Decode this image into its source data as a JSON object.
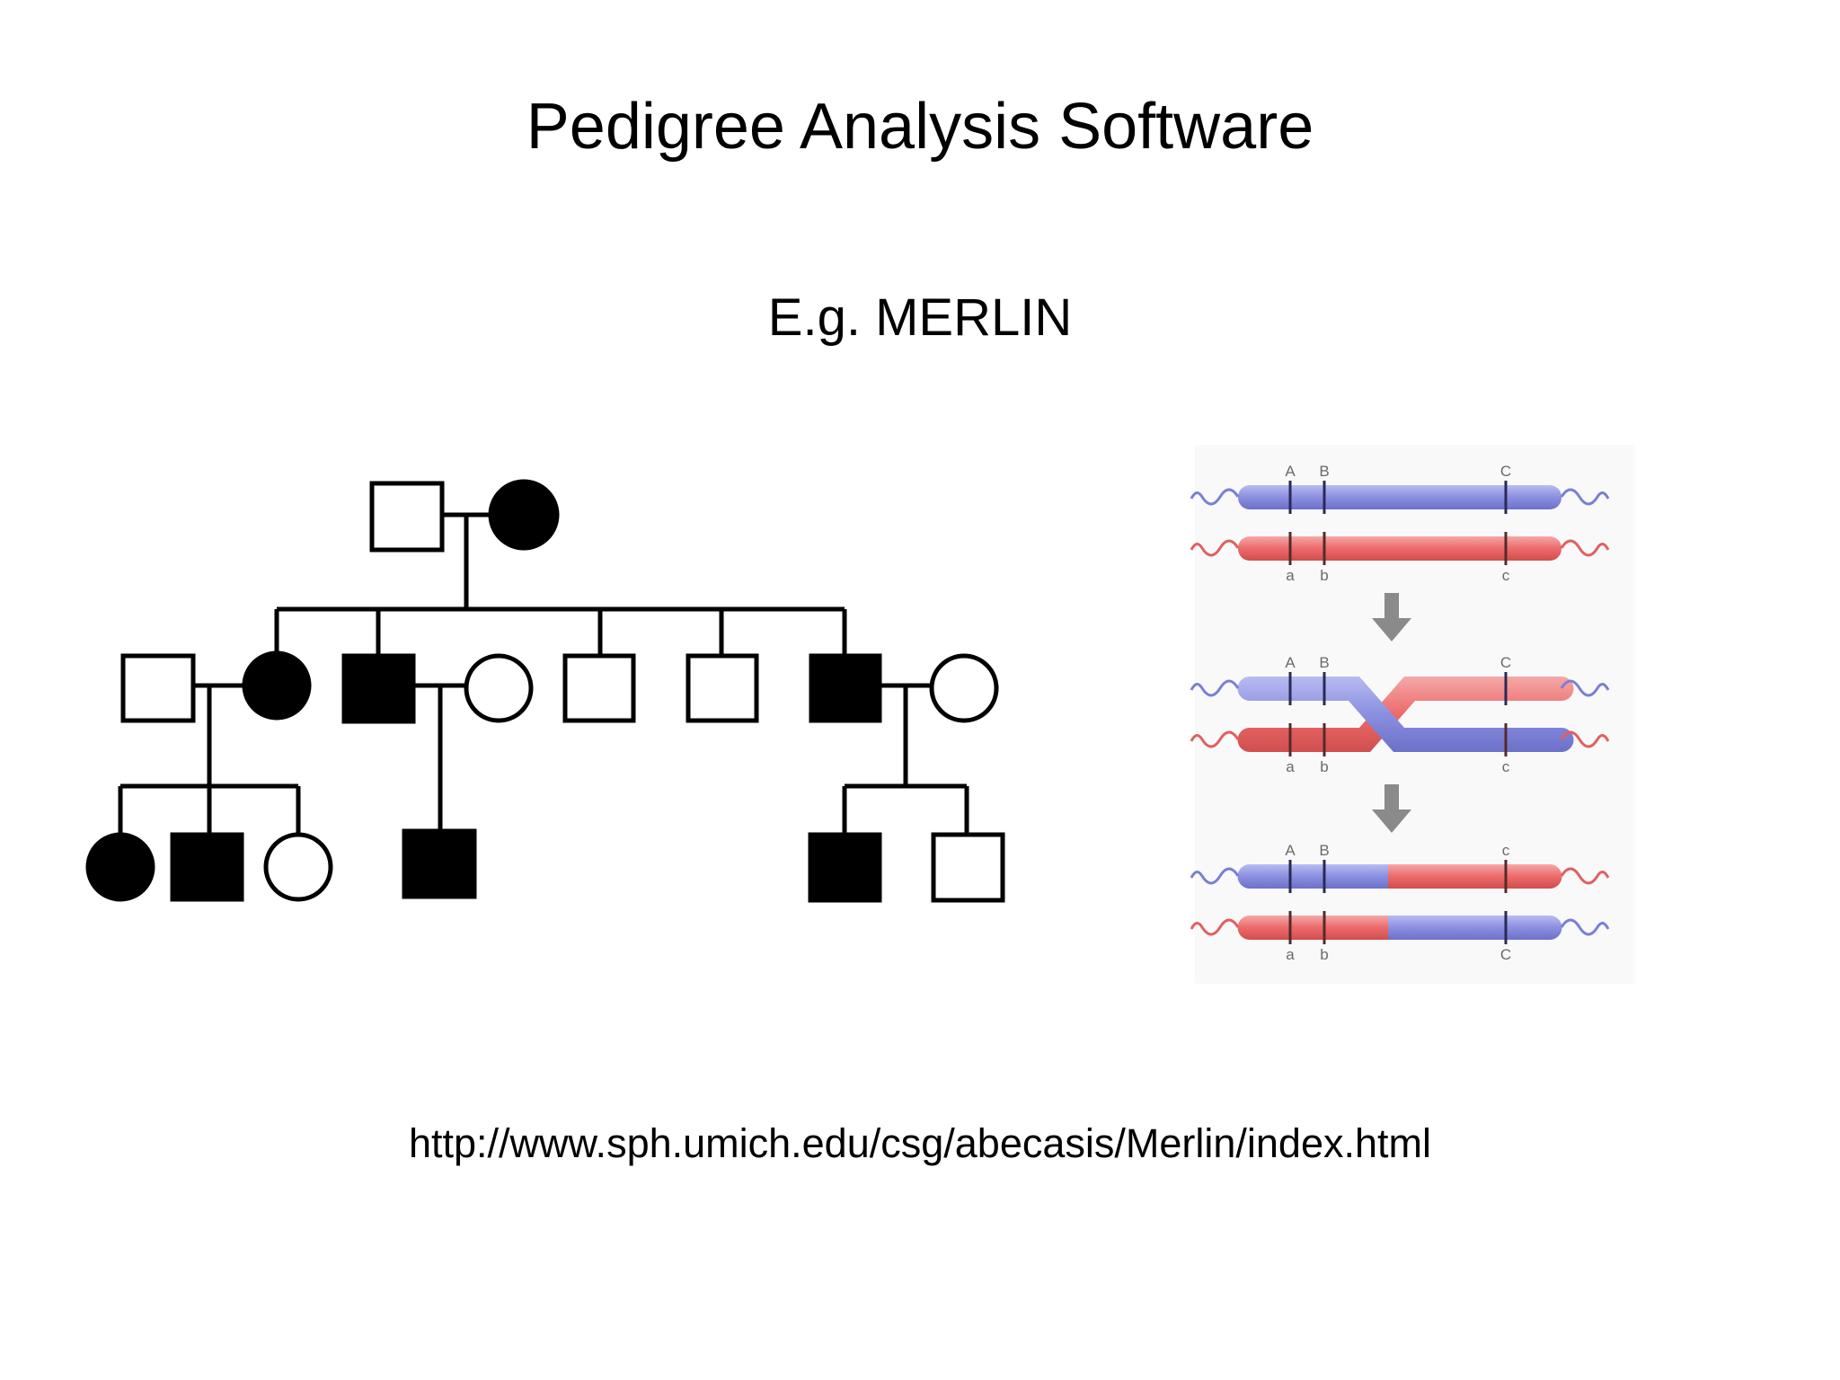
{
  "slide": {
    "title": "Pedigree Analysis Software",
    "subtitle": "E.g. MERLIN",
    "url": "http://www.sph.umich.edu/csg/abecasis/Merlin/index.html"
  },
  "pedigree": {
    "generation_1": [
      "unaffected-male",
      "affected-female"
    ],
    "generation_2": [
      "unaffected-male",
      "affected-female",
      "affected-male",
      "unaffected-female",
      "unaffected-male",
      "unaffected-male",
      "affected-male",
      "unaffected-female"
    ],
    "generation_3": [
      "affected-female",
      "affected-male",
      "unaffected-female",
      "affected-male",
      "affected-male",
      "unaffected-male"
    ]
  },
  "recombination": {
    "before": {
      "top_labels": [
        "A",
        "B",
        "C"
      ],
      "bottom_labels": [
        "a",
        "b",
        "c"
      ]
    },
    "crossover": {
      "top_labels": [
        "A",
        "B",
        "C"
      ],
      "bottom_labels": [
        "a",
        "b",
        "c"
      ]
    },
    "after": {
      "top_labels": [
        "A",
        "B",
        "c"
      ],
      "bottom_labels": [
        "a",
        "b",
        "C"
      ]
    },
    "colors": {
      "blue": "#8a8fe0",
      "red": "#ec6a6a",
      "arrow": "#8a8a8a"
    }
  }
}
